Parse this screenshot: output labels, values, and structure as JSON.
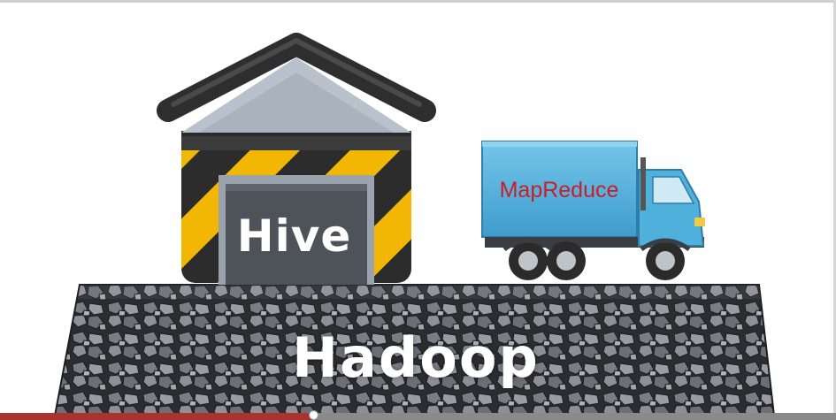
{
  "labels": {
    "hive": "Hive",
    "mapreduce": "MapReduce",
    "hadoop": "Hadoop"
  },
  "icons": {
    "warehouse": "warehouse-icon",
    "truck": "truck-icon",
    "ground": "rock-foundation"
  },
  "colors": {
    "hazard_yellow": "#f2b705",
    "building_dark": "#3a3a3a",
    "roof": "#333333",
    "truck_blue": "#5bb6dd",
    "mapreduce_text": "#c81e2a",
    "progress_fill": "#a9332f",
    "progress_track": "#8a8a8a"
  },
  "progress": {
    "fraction": 0.375
  }
}
